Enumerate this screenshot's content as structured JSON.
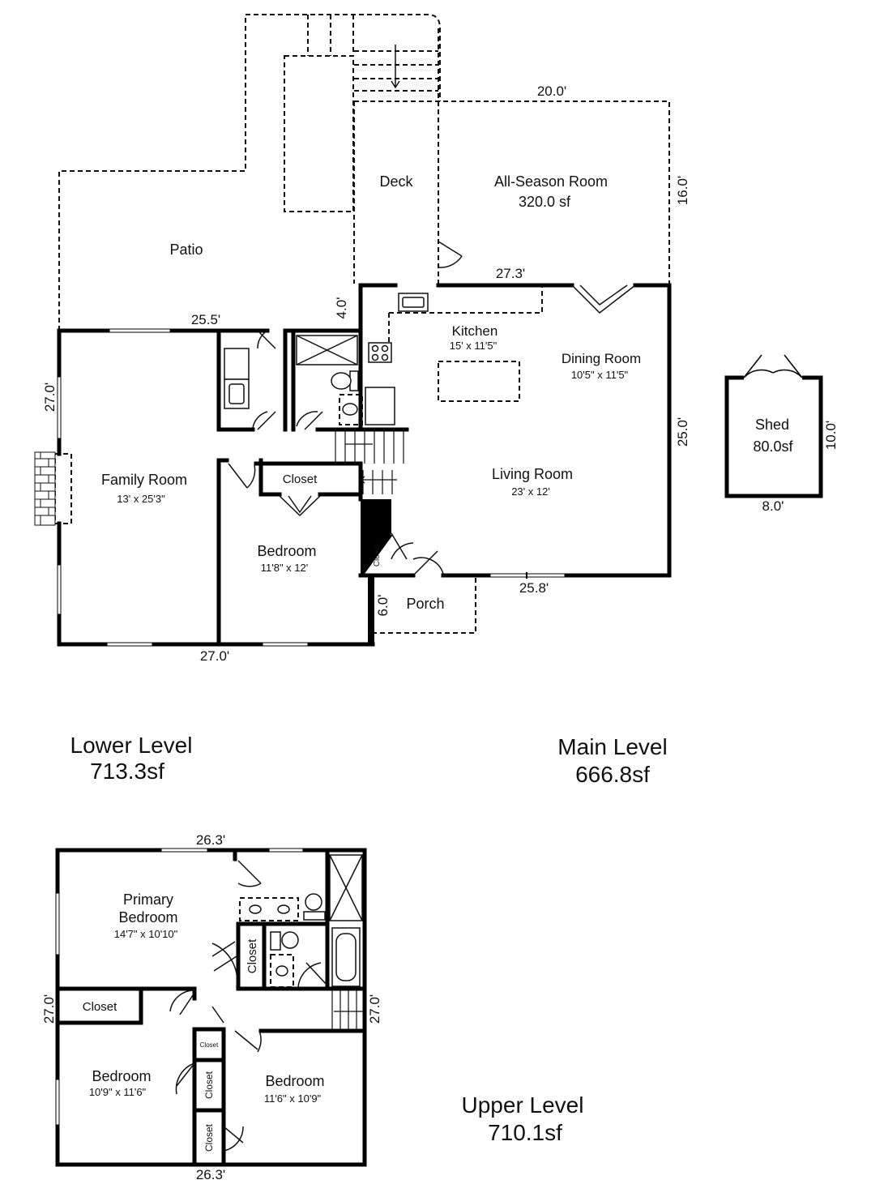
{
  "lower": {
    "title": "Lower Level",
    "area": "713.3sf",
    "patio": "Patio",
    "family_room": {
      "name": "Family Room",
      "size": "13' x 25'3\""
    },
    "bedroom": {
      "name": "Bedroom",
      "size": "11'8\" x 12'"
    },
    "closet": "Closet",
    "closet_stair": "Closet",
    "porch": "Porch",
    "dims": {
      "top": "25.5'",
      "bottom": "27.0'",
      "left": "27.0'",
      "step": "4.0'",
      "porch": "6.0'"
    }
  },
  "main": {
    "title": "Main Level",
    "area": "666.8sf",
    "deck": "Deck",
    "all_season": {
      "name": "All-Season Room",
      "area": "320.0 sf"
    },
    "kitchen": {
      "name": "Kitchen",
      "size": "15' x 11'5\""
    },
    "dining": {
      "name": "Dining Room",
      "size": "10'5\" x 11'5\""
    },
    "living": {
      "name": "Living Room",
      "size": "23' x 12'"
    },
    "dims": {
      "top": "27.3'",
      "bottom": "25.8'",
      "right": "25.0'",
      "as_width": "20.0'",
      "as_depth": "16.0'"
    }
  },
  "shed": {
    "name": "Shed",
    "area": "80.0sf",
    "width": "8.0'",
    "depth": "10.0'"
  },
  "upper": {
    "title": "Upper Level",
    "area": "710.1sf",
    "primary": {
      "name_1": "Primary",
      "name_2": "Bedroom",
      "size": "14'7\" x 10'10\""
    },
    "bedroom_left": {
      "name": "Bedroom",
      "size": "10'9\" x 11'6\""
    },
    "bedroom_right": {
      "name": "Bedroom",
      "size": "11'6\" x 10'9\""
    },
    "closet_primary": "Closet",
    "closet_hall": "Closet",
    "closet_small": "Closet",
    "closet_mid": "Closet",
    "closet_bottom": "Closet",
    "dims": {
      "top": "26.3'",
      "bottom": "26.3'",
      "left": "27.0'",
      "right": "27.0'"
    }
  }
}
